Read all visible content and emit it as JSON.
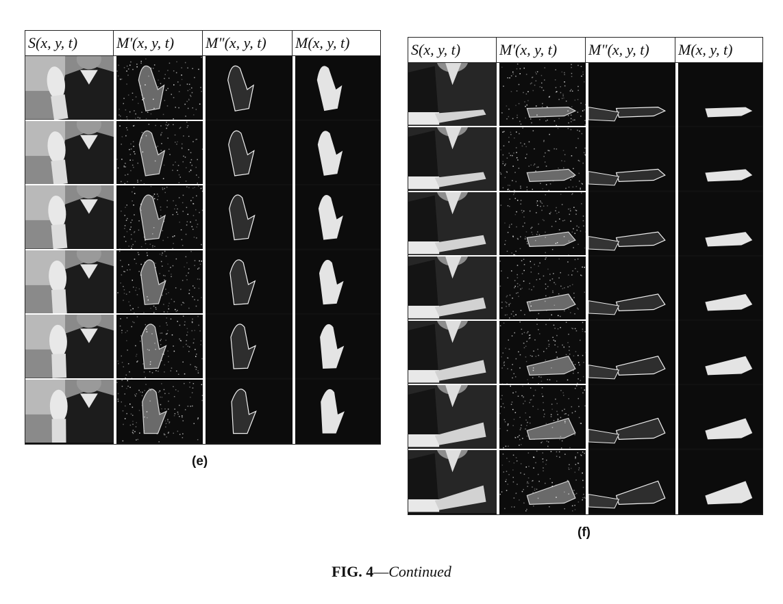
{
  "panels": [
    {
      "id": "e",
      "label": "(e)",
      "headers": [
        "S(x, y, t)",
        "M'(x, y, t)",
        "M\"(x, y, t)",
        "M(x, y, t)"
      ],
      "frame_count": 6,
      "gesture": "raised-palm"
    },
    {
      "id": "f",
      "label": "(f)",
      "headers": [
        "S(x, y, t)",
        "M'(x, y, t)",
        "M\"(x, y, t)",
        "M(x, y, t)"
      ],
      "frame_count": 7,
      "gesture": "horizontal-hand"
    }
  ],
  "figure_caption": {
    "number": "FIG. 4",
    "suffix": "Continued"
  }
}
